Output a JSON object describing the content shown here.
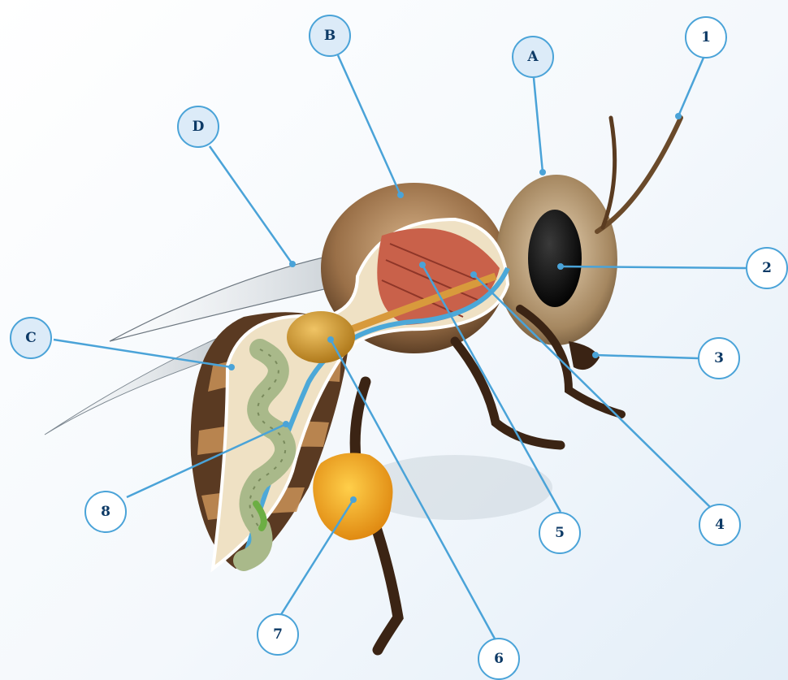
{
  "callouts": {
    "A": "A",
    "B": "B",
    "C": "C",
    "D": "D",
    "n1": "1",
    "n2": "2",
    "n3": "3",
    "n4": "4",
    "n5": "5",
    "n6": "6",
    "n7": "7",
    "n8": "8"
  },
  "colors": {
    "leader_line": "#4aa3d8",
    "letter_fill": "#dcebf8",
    "number_fill": "#ffffff",
    "label_text": "#0d3a66"
  }
}
